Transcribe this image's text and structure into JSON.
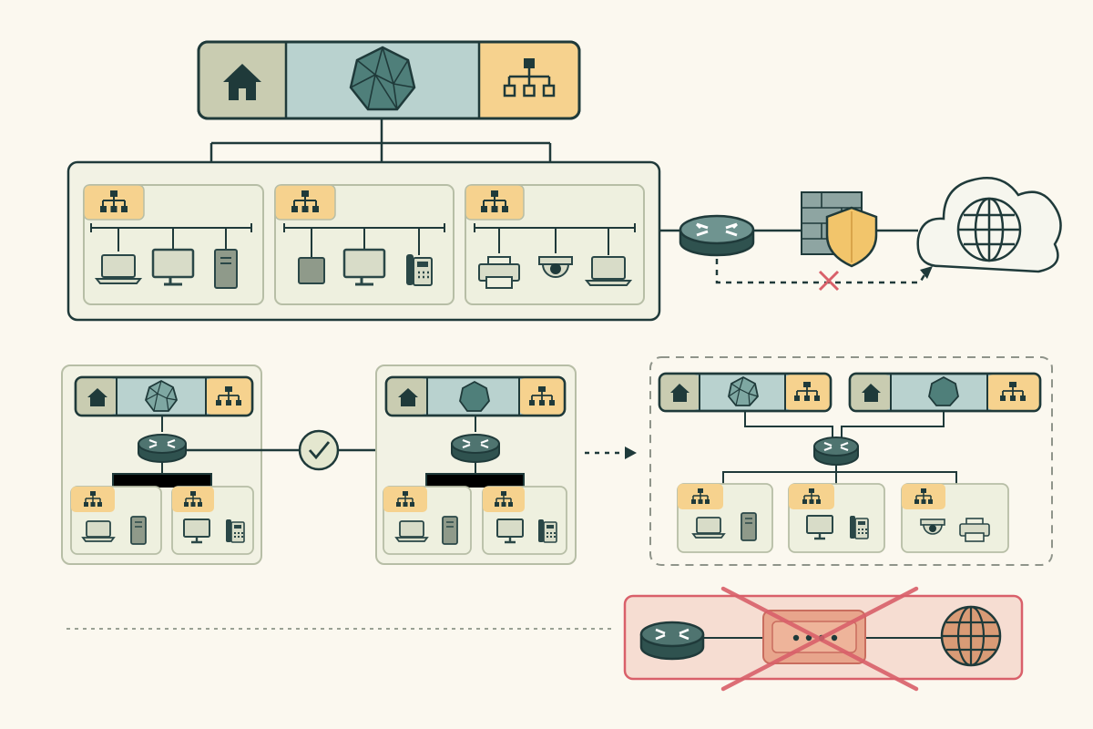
{
  "colors": {
    "background": "#fbf8ef",
    "ink": "#1f3a3a",
    "home_fill": "#c9ccb1",
    "cluster_fill": "#b9d2cf",
    "hierarchy_fill": "#f6d28e",
    "zone_fill": "#f2f2e4",
    "zone_stroke": "#b7bea6",
    "device_fill": "#d8dcc8",
    "device_dark": "#2a4747",
    "router_fill": "#3d5f5c",
    "shield_fill": "#f2c56b",
    "brick_fill": "#8ea5a2",
    "blocked_red": "#d9606a",
    "blocked_bg": "#f6ddd2",
    "globe_fill": "#d99b76",
    "check_fill": "#e4e7cf"
  },
  "top_cluster": {
    "header_icons": [
      "home-icon",
      "polyhedron-icon",
      "hierarchy-icon"
    ],
    "segments": [
      {
        "devices": [
          "laptop-icon",
          "monitor-icon",
          "server-tower-icon"
        ]
      },
      {
        "devices": [
          "switch-box-icon",
          "monitor-icon",
          "desk-phone-icon"
        ]
      },
      {
        "devices": [
          "printer-icon",
          "security-camera-icon",
          "laptop-icon"
        ]
      }
    ],
    "uplink": [
      "router-icon",
      "firewall-shield-icon",
      "internet-cloud-icon"
    ],
    "bypass_path": "blocked"
  },
  "mid_clusters": {
    "site_a": {
      "segments": [
        [
          "laptop-icon",
          "server-tower-icon"
        ],
        [
          "monitor-icon",
          "desk-phone-icon"
        ]
      ]
    },
    "site_b": {
      "segments": [
        [
          "laptop-icon",
          "server-tower-icon"
        ],
        [
          "monitor-icon",
          "desk-phone-icon"
        ]
      ]
    },
    "link_status": "verified",
    "merged": {
      "segments": [
        [
          "laptop-icon",
          "server-tower-icon"
        ],
        [
          "monitor-icon",
          "desk-phone-icon"
        ],
        [
          "security-camera-icon",
          "printer-icon"
        ]
      ]
    }
  },
  "blocked_example": {
    "path": [
      "router-icon",
      "filter-appliance-icon",
      "internet-globe-icon"
    ],
    "status": "rejected"
  }
}
